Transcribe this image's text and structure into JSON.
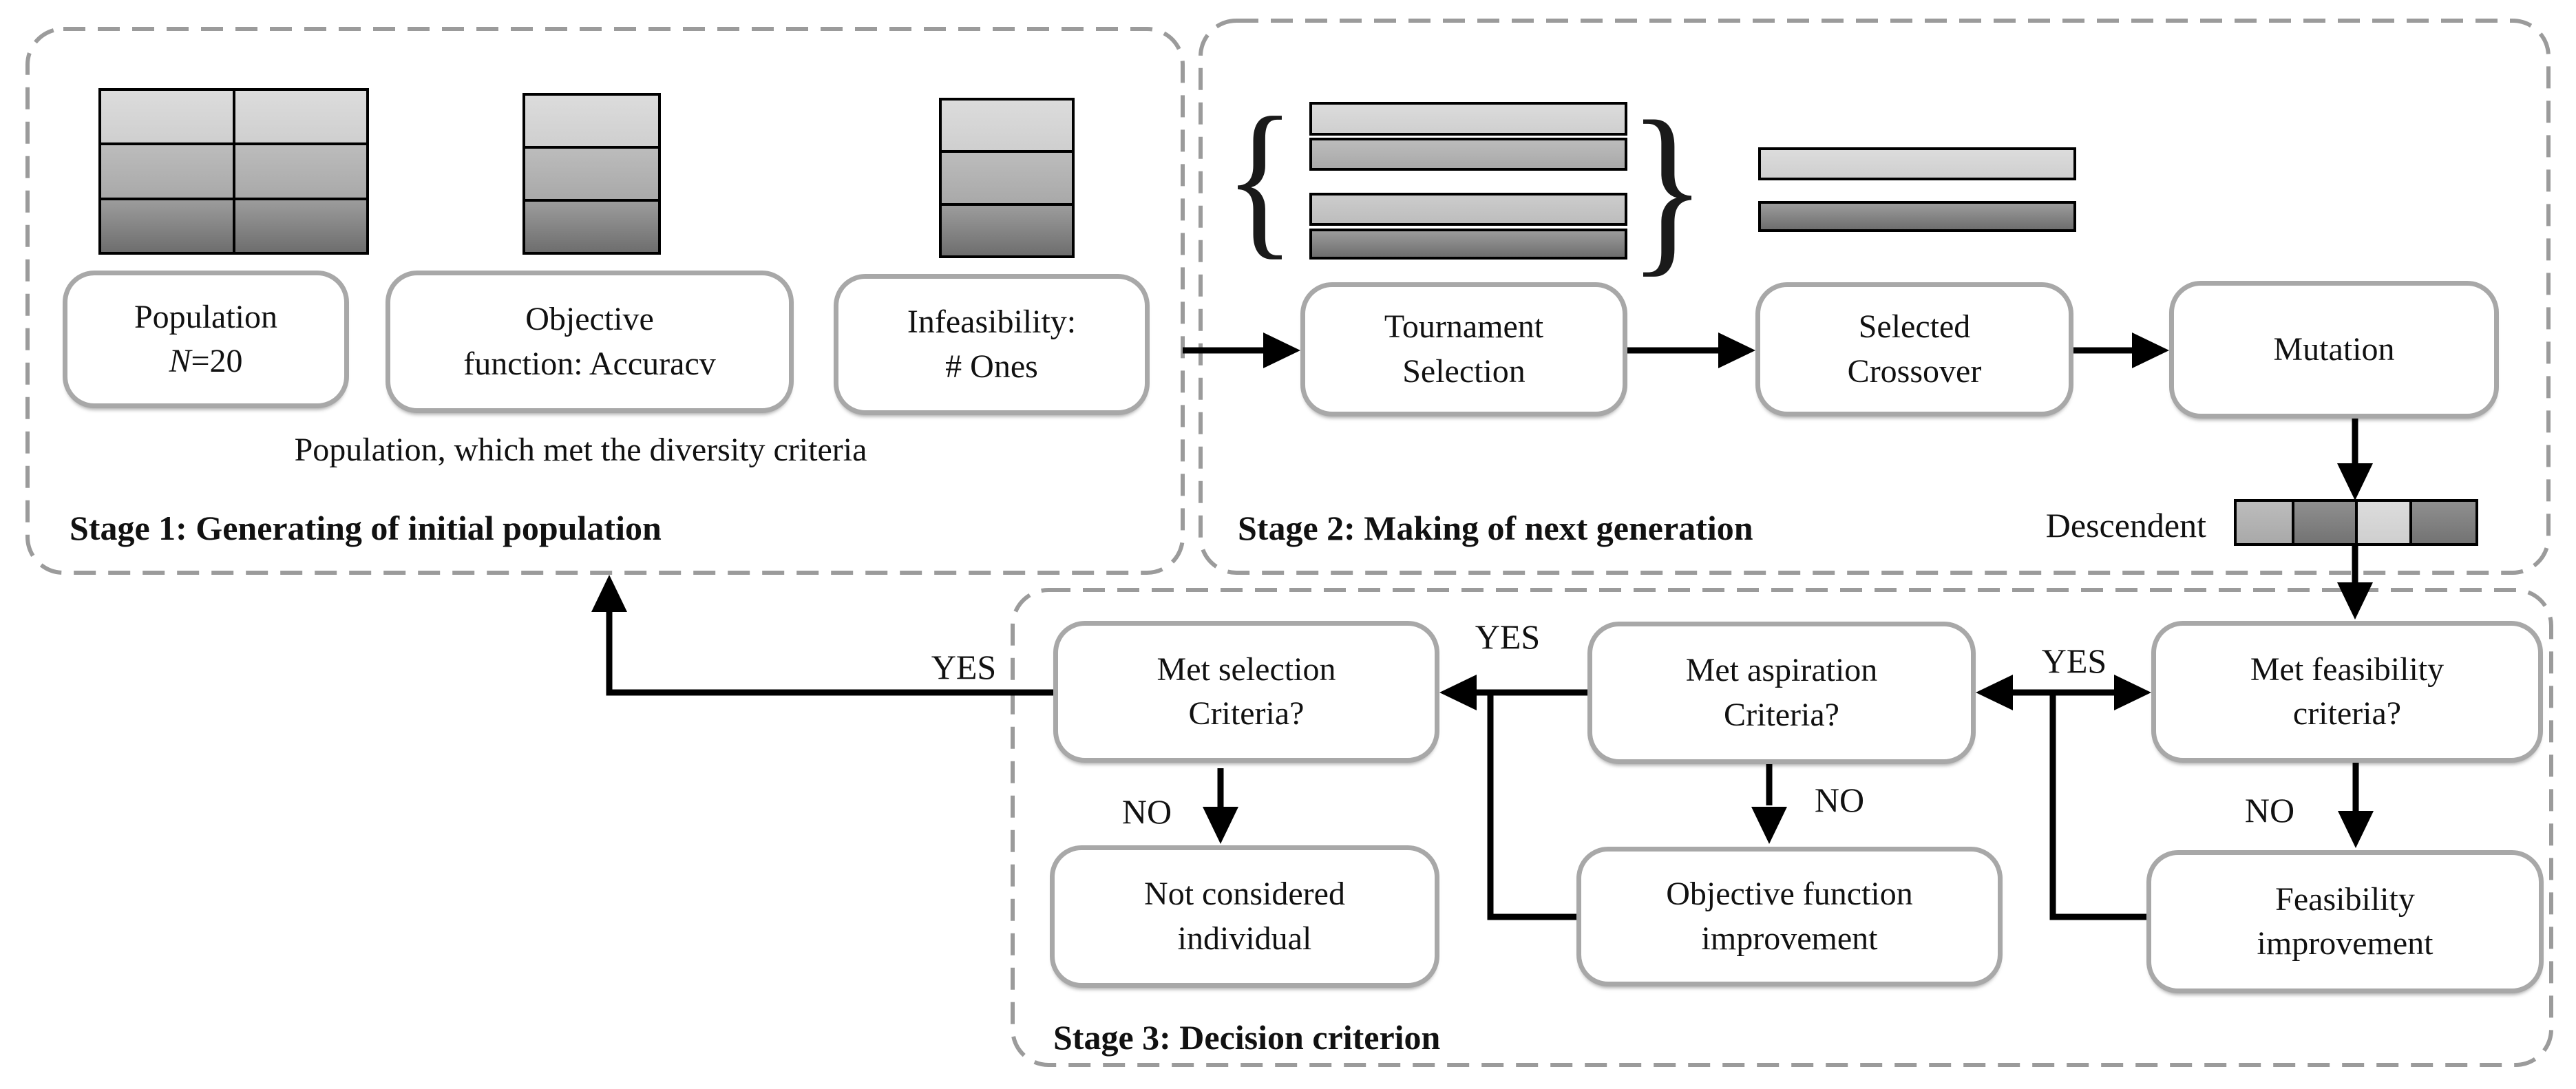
{
  "figure": {
    "background": "#ffffff",
    "palette": {
      "gene_light": "#d6d6d6",
      "gene_medium": "#b4b4b4",
      "gene_medium_light": "#c6c6c6",
      "gene_dark_top": "#949494",
      "gene_dark_bottom": "#6e6e6e",
      "box_border": "#a8a8a8",
      "dashed_border": "#9b9b9b",
      "connector": "#000000",
      "text": "#111111"
    }
  },
  "stage1": {
    "title": "Stage 1: Generating of initial population",
    "caption": "Population, which met the diversity criteria",
    "population_box": {
      "line1": "Population",
      "n_symbol": "N",
      "n_value": "=20"
    },
    "objective_box": {
      "line1": "Objective",
      "line2": "function: Accuracv"
    },
    "infeasibility_box": {
      "line1": "Infeasibility:",
      "line2": "# Ones"
    }
  },
  "stage2": {
    "title": "Stage 2: Making of next generation",
    "brace_left": "{",
    "brace_right": "}",
    "tournament_box": {
      "line1": "Tournament",
      "line2": "Selection"
    },
    "crossover_box": {
      "line1": "Selected",
      "line2": "Crossover"
    },
    "mutation_box": {
      "line1": "Mutation"
    },
    "descendent_label": "Descendent"
  },
  "stage3": {
    "title": "Stage 3: Decision criterion",
    "selection_box": {
      "line1": "Met selection",
      "line2": "Criteria?"
    },
    "aspiration_box": {
      "line1": "Met aspiration",
      "line2": "Criteria?"
    },
    "feasibility_box": {
      "line1": "Met feasibility",
      "line2": "criteria?"
    },
    "not_considered_box": {
      "line1": "Not considered",
      "line2": "individual"
    },
    "objective_improvement_box": {
      "line1": "Objective function",
      "line2": "improvement"
    },
    "feasibility_improvement_box": {
      "line1": "Feasibility",
      "line2": "improvement"
    },
    "labels": {
      "yes_to_stage1": "YES",
      "yes_aspiration_to_selection": "YES",
      "yes_feasibility_to_aspiration": "YES",
      "no_selection": "NO",
      "no_aspiration": "NO",
      "no_feasibility": "NO"
    }
  }
}
